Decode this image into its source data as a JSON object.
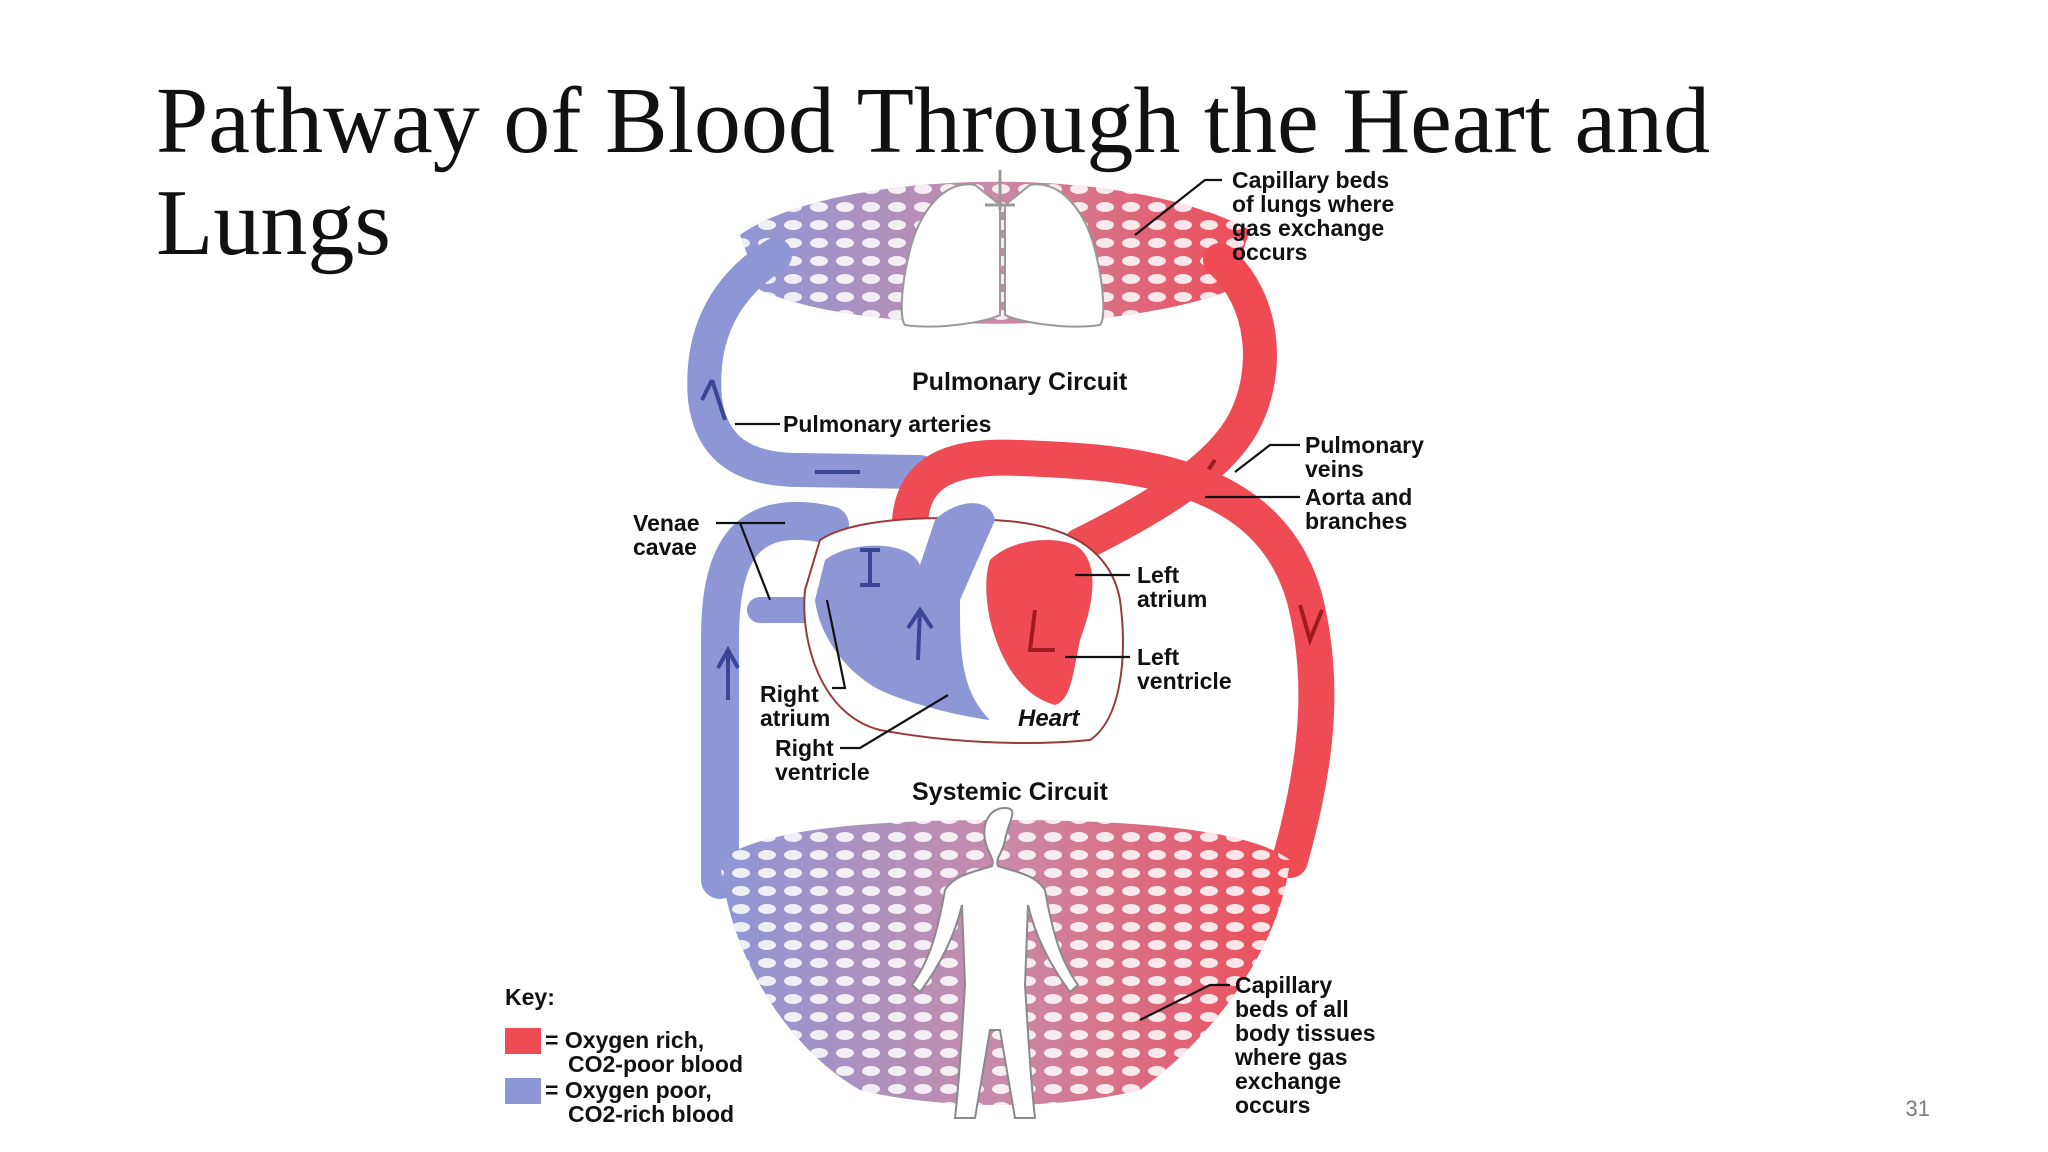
{
  "slide": {
    "title_line1": "Pathway of Blood Through the Heart and",
    "title_line2": "Lungs",
    "page_number": "31"
  },
  "colors": {
    "oxygen_rich": "#ef4b55",
    "oxygen_poor": "#8e97d6",
    "capillary_mix": "#c98aa8",
    "text": "#111111"
  },
  "diagram": {
    "capillary_lungs": [
      "Capillary beds",
      "of lungs where",
      "gas exchange",
      "occurs"
    ],
    "pulmonary_circuit": "Pulmonary Circuit",
    "pulmonary_arteries": "Pulmonary arteries",
    "pulmonary_veins": [
      "Pulmonary",
      "veins"
    ],
    "aorta": [
      "Aorta and",
      "branches"
    ],
    "venae_cavae": [
      "Venae",
      "cavae"
    ],
    "left_atrium": [
      "Left",
      "atrium"
    ],
    "left_ventricle": [
      "Left",
      "ventricle"
    ],
    "right_atrium": [
      "Right",
      "atrium"
    ],
    "right_ventricle": [
      "Right",
      "ventricle"
    ],
    "heart": "Heart",
    "systemic_circuit": "Systemic Circuit",
    "capillary_body": [
      "Capillary",
      "beds of all",
      "body tissues",
      "where gas",
      "exchange",
      "occurs"
    ]
  },
  "key": {
    "title": "Key:",
    "rich_line1": "= Oxygen rich,",
    "rich_line2": "CO2-poor blood",
    "poor_line1": "= Oxygen poor,",
    "poor_line2": "CO2-rich blood"
  }
}
